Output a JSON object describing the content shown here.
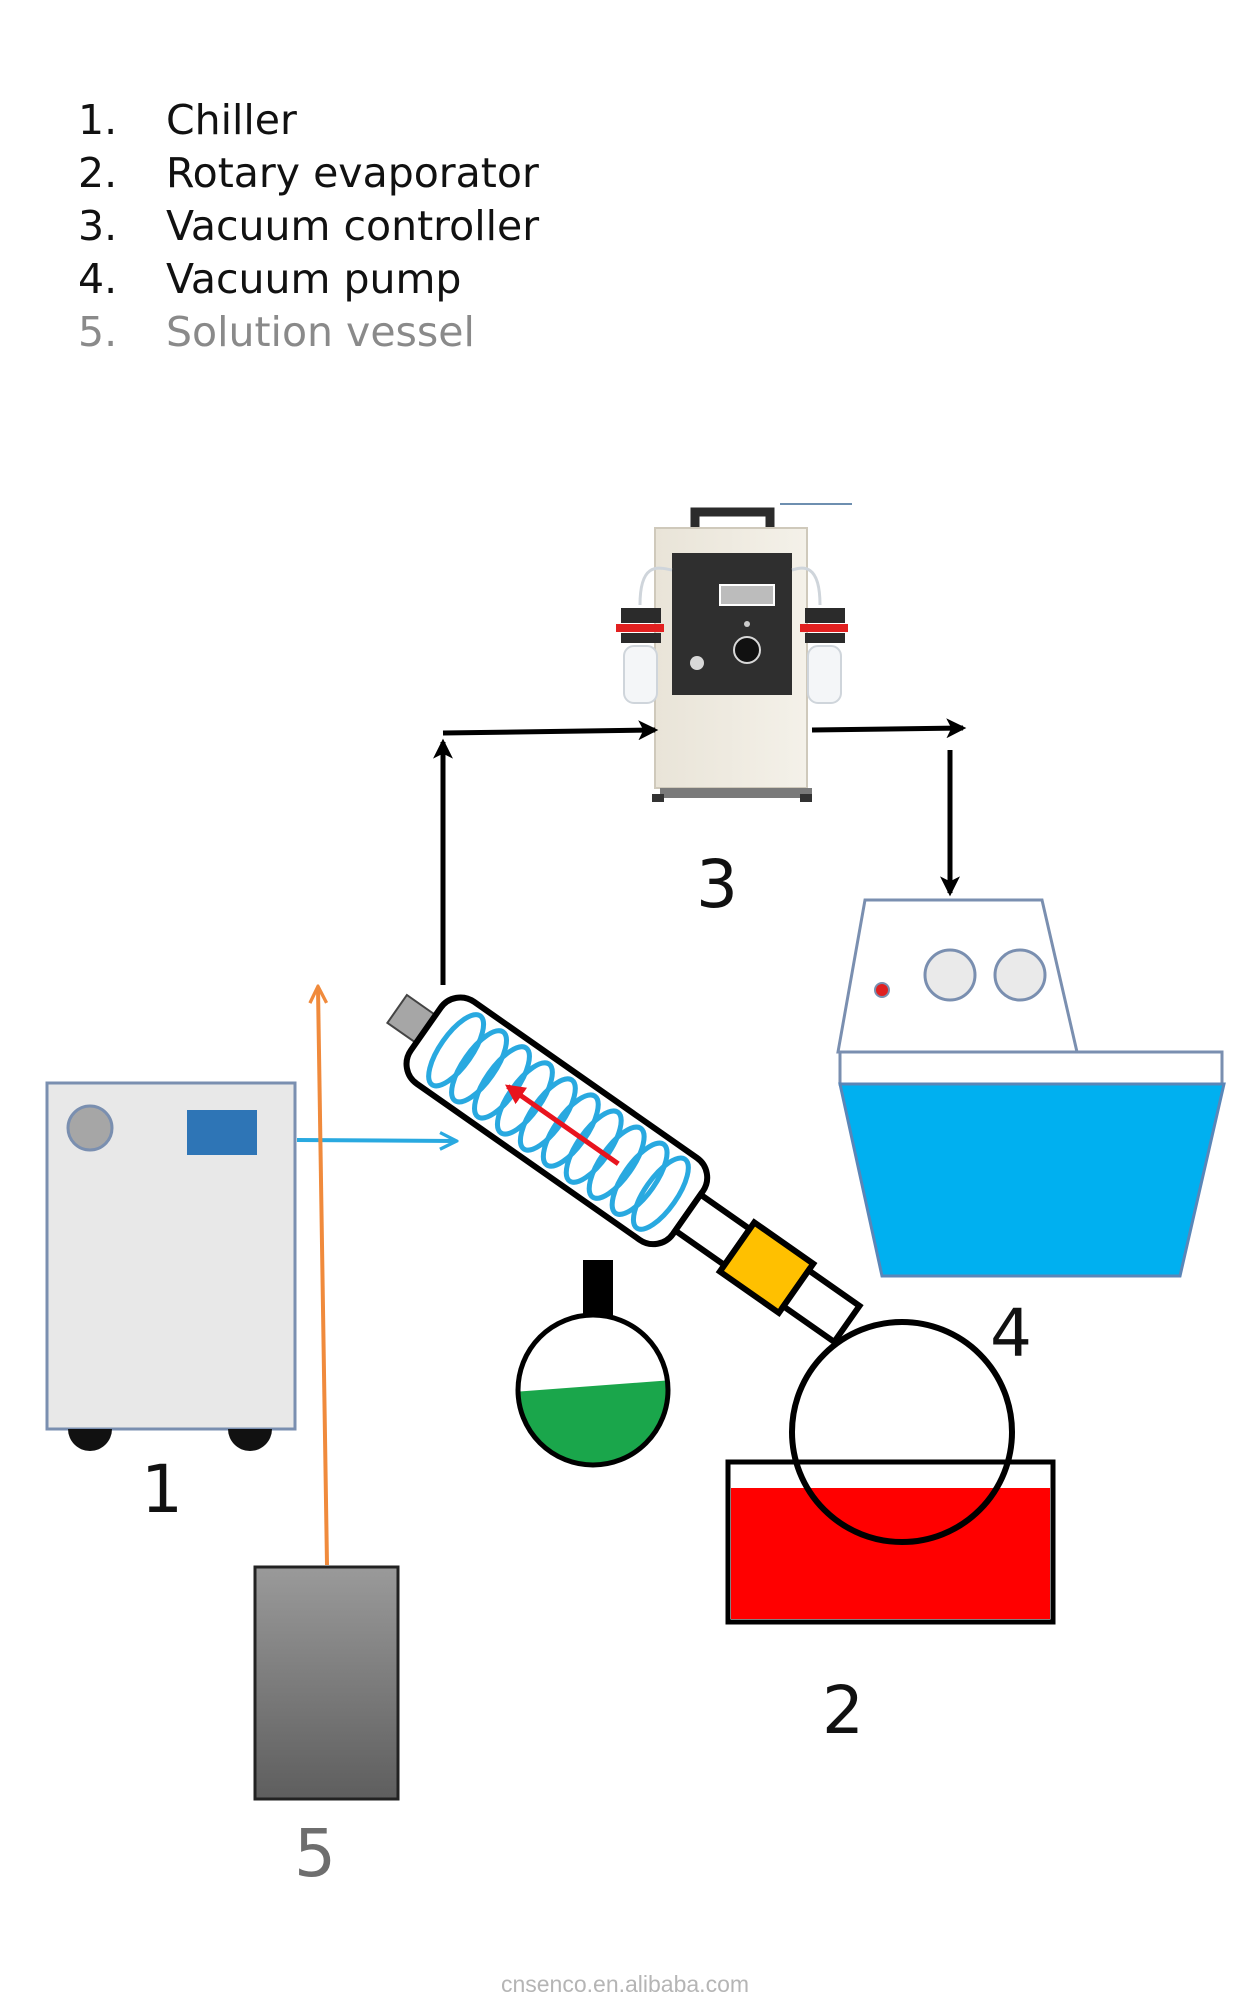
{
  "legend": [
    {
      "num": "1.",
      "label": "Chiller"
    },
    {
      "num": "2.",
      "label": "Rotary evaporator"
    },
    {
      "num": "3.",
      "label": "Vacuum controller"
    },
    {
      "num": "4.",
      "label": "Vacuum pump"
    },
    {
      "num": "5.",
      "label": "Solution vessel"
    }
  ],
  "callouts": {
    "chiller": "1",
    "rotary_evaporator": "2",
    "vacuum_controller": "3",
    "vacuum_pump": "4",
    "solution_vessel": "5"
  },
  "watermark": "cnsenco.en.alibaba.com",
  "colors": {
    "vacuum_line": "#000000",
    "coolant_line": "#29a9e0",
    "feed_line": "#f08a3c",
    "condenser_coil": "#29a9e0",
    "vapor_arrow": "#e8141e",
    "water_bath": "#ff0000",
    "pump_tank": "#00b0f0",
    "receiving_liquid": "#1aa64b",
    "clamp": "#ffc000",
    "chiller_body": "#e8e8e8",
    "chiller_border": "#7a8fb0",
    "chiller_display": "#2e75b6"
  }
}
